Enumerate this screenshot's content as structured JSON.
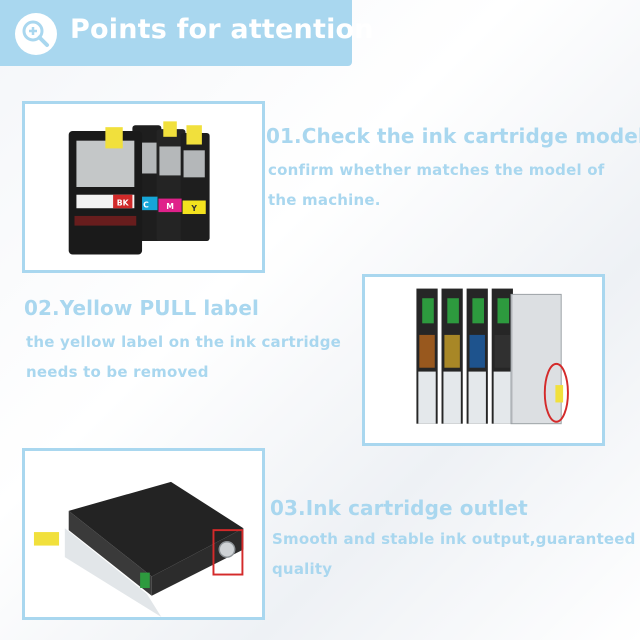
{
  "header": {
    "title": "Points for attention",
    "icon": "zoom-in-magnifier-icon",
    "background_color": "#a9d7ef"
  },
  "accent_color": "#a9d7ef",
  "sections": [
    {
      "heading": "01.Check the ink cartridge model",
      "description": "confirm whether matches the model of the machine."
    },
    {
      "heading": "02.Yellow PULL label",
      "description": "the yellow label on the ink cartridge needs to be removed"
    },
    {
      "heading": "03.Ink cartridge outlet",
      "description": "Smooth and stable ink output,guaranteed quality"
    }
  ],
  "cartridge_labels": [
    "BK",
    "C",
    "M",
    "Y"
  ]
}
